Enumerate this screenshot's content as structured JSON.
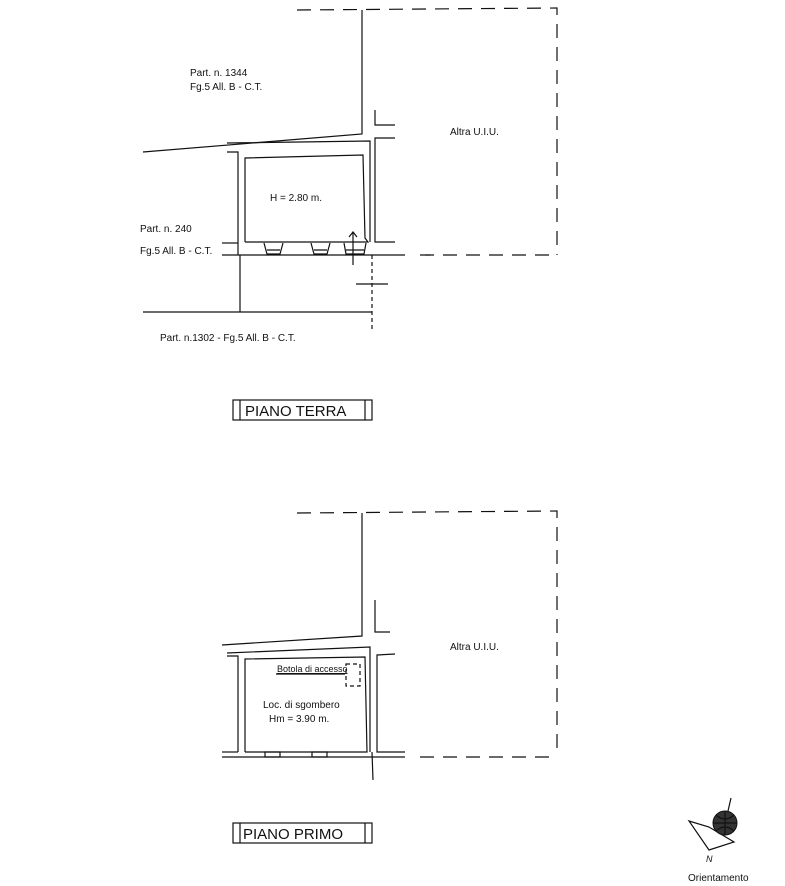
{
  "ground_floor": {
    "title": "PIANO TERRA",
    "height_label": "H = 2.80 m.",
    "neighbor_unit": "Altra U.I.U.",
    "parcel_north": {
      "line1": "Part. n. 1344",
      "line2": "Fg.5 All. B - C.T."
    },
    "parcel_west": {
      "line1": "Part. n. 240",
      "line2": "Fg.5 All. B - C.T."
    },
    "parcel_south": "Part. n.1302 - Fg.5 All. B - C.T."
  },
  "first_floor": {
    "title": "PIANO PRIMO",
    "hatch_label": "Botola di accesso",
    "room_name": "Loc. di sgombero",
    "height_label": "Hm = 3.90 m.",
    "neighbor_unit": "Altra U.I.U."
  },
  "compass": {
    "north_letter": "N",
    "label": "Orientamento"
  }
}
